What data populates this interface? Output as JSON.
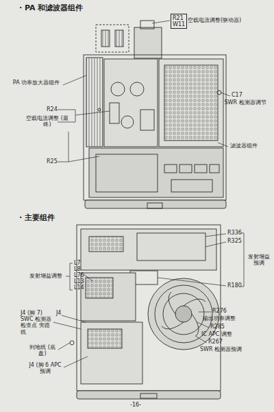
{
  "diagram": {
    "nodes": [
      {
        "text": [
          "R21",
          "W11"
        ]
      }
    ],
    "labels": [
      "· PA 和滤波器组件",
      "空载电流调整(驱动器)",
      "PA 功率放大器组件",
      "R24",
      "空载电流调整 (最终)",
      "R25",
      "C17",
      "SWR 检测器调节",
      "滤波器组件",
      "· 主要组件",
      "R336",
      "R325",
      "发射增益预调",
      "R180",
      "L7",
      "L8",
      "L76",
      "L13",
      "L14",
      "发射增益调整",
      "J4 (脚 7) SWC 检测器 检查点 旁路线",
      "J4",
      "到地线 (底盘)",
      "J4 (脚 6 APC 预调",
      "R276",
      "输出功率调整",
      "R285",
      "IC APC 调整",
      "R267",
      "SWR 检测器预调",
      "-16-"
    ]
  }
}
